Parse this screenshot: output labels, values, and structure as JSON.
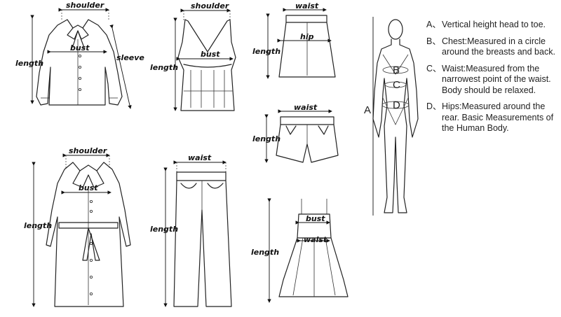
{
  "labels": {
    "shoulder": "shoulder",
    "bust": "bust",
    "length": "length",
    "sleeve": "sleeve",
    "waist": "waist",
    "hip": "hip"
  },
  "body_letters": {
    "A": "A",
    "B": "B",
    "C": "C",
    "D": "D"
  },
  "legend": [
    {
      "key": "A、",
      "text": "Vertical height head to toe."
    },
    {
      "key": "B、",
      "text": "Chest:Measured in a circle around the breasts and back."
    },
    {
      "key": "C、",
      "text": "Waist:Measured from the narrowest point of the waist. Body should be relaxed."
    },
    {
      "key": "D、",
      "text": "Hips:Measured around the rear. Basic Measurements of the Human Body."
    }
  ]
}
